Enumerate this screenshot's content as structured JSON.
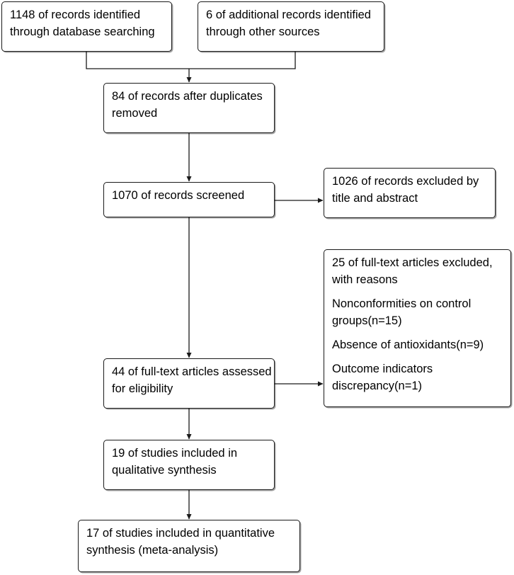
{
  "flowchart": {
    "identification": {
      "database": {
        "line1": "1148 of records identified",
        "line2": "through database searching"
      },
      "other_sources": {
        "line1": "6 of additional records identified",
        "line2": "through other sources"
      }
    },
    "after_duplicates": {
      "line1": "84 of records after duplicates",
      "line2": "removed"
    },
    "screened": {
      "line1": "1070 of records screened"
    },
    "excluded_title_abstract": {
      "line1": "1026 of records excluded by",
      "line2": "title and abstract"
    },
    "full_text_assessed": {
      "line1": "44 of full-text articles assessed",
      "line2": "for eligibility"
    },
    "full_text_excluded": {
      "heading_line1": "25 of full-text articles excluded,",
      "heading_line2": "with reasons",
      "reason1_line1": "Nonconformities on control",
      "reason1_line2": "groups(n=15)",
      "reason2_line1": "Absence of antioxidants(n=9)",
      "reason3_line1": "Outcome indicators",
      "reason3_line2": "discrepancy(n=1)"
    },
    "qualitative": {
      "line1": "19 of studies included in",
      "line2": "qualitative synthesis"
    },
    "quantitative": {
      "line1": "17 of studies included in quantitative",
      "line2": "synthesis (meta-analysis)"
    }
  }
}
